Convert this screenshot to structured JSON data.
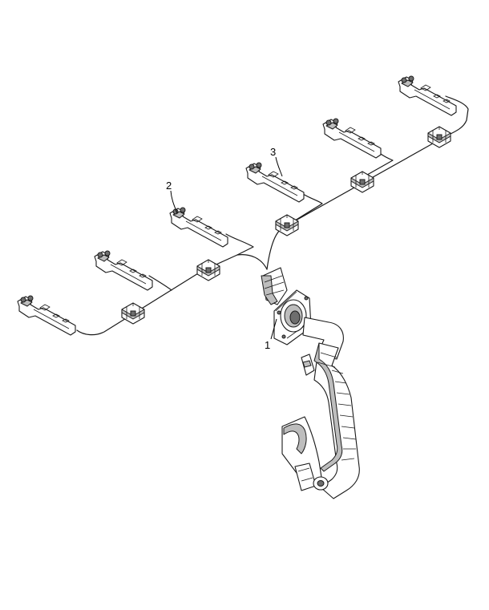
{
  "callouts": [
    {
      "id": "1",
      "text": "1"
    },
    {
      "id": "2",
      "text": "2"
    },
    {
      "id": "3",
      "text": "3"
    }
  ],
  "icons": [
    "wiring-harness-icon",
    "connector-icon",
    "clip-icon",
    "bulkhead-connector-icon"
  ]
}
